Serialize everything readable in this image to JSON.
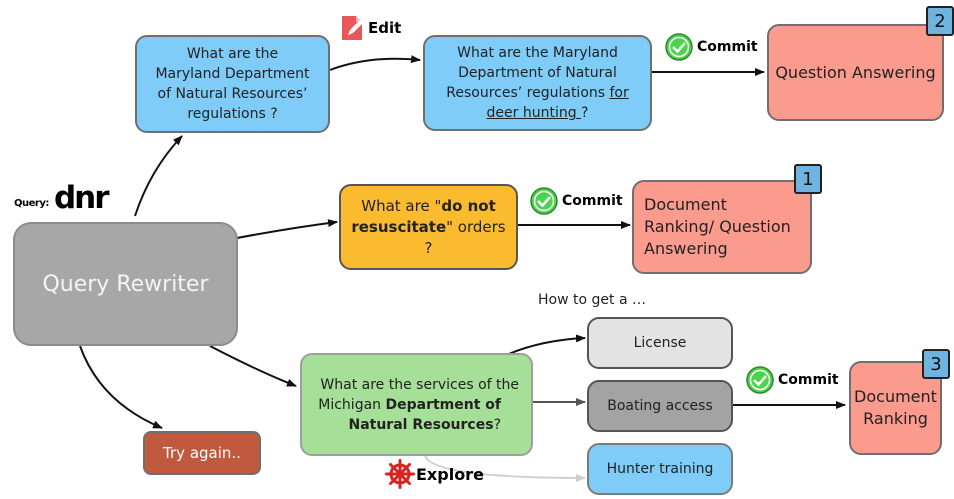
{
  "query": {
    "label": "Query:",
    "term": "dnr"
  },
  "rewriter": {
    "label": "Query Rewriter"
  },
  "edit_branch": {
    "original": "What are the Maryland Department of Natural Resources’ regulations ?",
    "edit_label": "Edit",
    "edited_line1": "What are the Maryland",
    "edited_line2": "Department of Natural",
    "edited_line3_pre": "Resources’ regulations ",
    "edited_line3_u": "for",
    "edited_line4_u": "deer hunting ",
    "edited_line4_post": "?",
    "commit_label": "Commit",
    "task": "Question Answering",
    "badge": "2"
  },
  "direct_branch": {
    "q_pre": "What are \"",
    "q_bold": "do not resuscitate",
    "q_post": "\" orders ?",
    "commit_label": "Commit",
    "task": "Document Ranking/ Question Answering",
    "badge": "1"
  },
  "explore_branch": {
    "question_line1": "What are the services of the",
    "question_line2_pre": "Michigan ",
    "question_line2_bold": "Department of",
    "question_line3_bold": "Natural Resources",
    "question_line3_post": "?",
    "how_label": "How to get a …",
    "options": [
      "License",
      "Boating access",
      "Hunter training"
    ],
    "explore_label": "Explore",
    "commit_label": "Commit",
    "task": "Document Ranking",
    "badge": "3"
  },
  "retry": {
    "label": "Try again.."
  },
  "colors": {
    "blue": "#7fccf9",
    "orange": "#fbbb2f",
    "salmon": "#fa9b8d",
    "green": "#a6df98",
    "gray": "#a7a7a7",
    "brown": "#c0593d",
    "badge": "#6fb3df",
    "check": "#4cd34c"
  },
  "icons": [
    "edit-icon",
    "check-icon",
    "ship-wheel-icon"
  ]
}
